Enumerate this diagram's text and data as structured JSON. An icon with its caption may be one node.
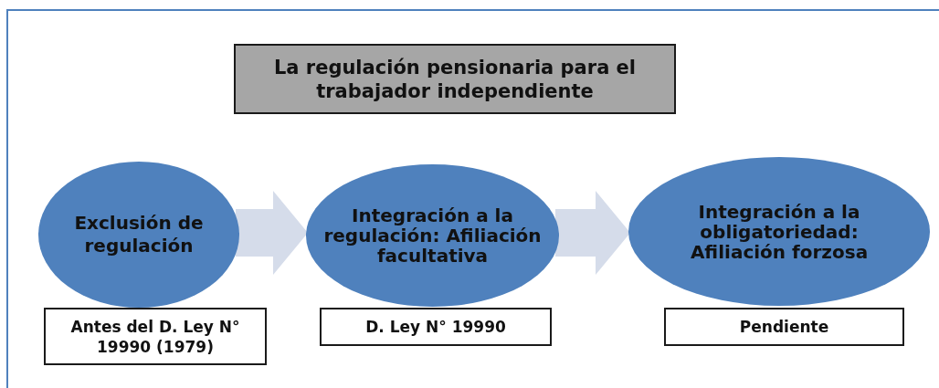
{
  "diagram": {
    "nodes": [
      {
        "text": [
          "La regulación pensionaria para el trabajador independiente"
        ]
      },
      {
        "text": [
          "Exclusión de regulación"
        ]
      },
      {
        "text": [
          "Integración a la regulación: Afiliación facultativa"
        ]
      },
      {
        "text": [
          "Integración a la obligatoriedad: Afiliación forzosa"
        ]
      },
      {
        "text": [
          "Antes del D. Ley N° 19990 (1979)"
        ]
      },
      {
        "text": [
          "D. Ley N° 19990"
        ]
      },
      {
        "text": [
          "Pendiente"
        ]
      }
    ],
    "edges": [
      {
        "from": 1,
        "to": 2,
        "arrow": "to"
      },
      {
        "from": 2,
        "to": 3,
        "arrow": "to"
      }
    ]
  }
}
